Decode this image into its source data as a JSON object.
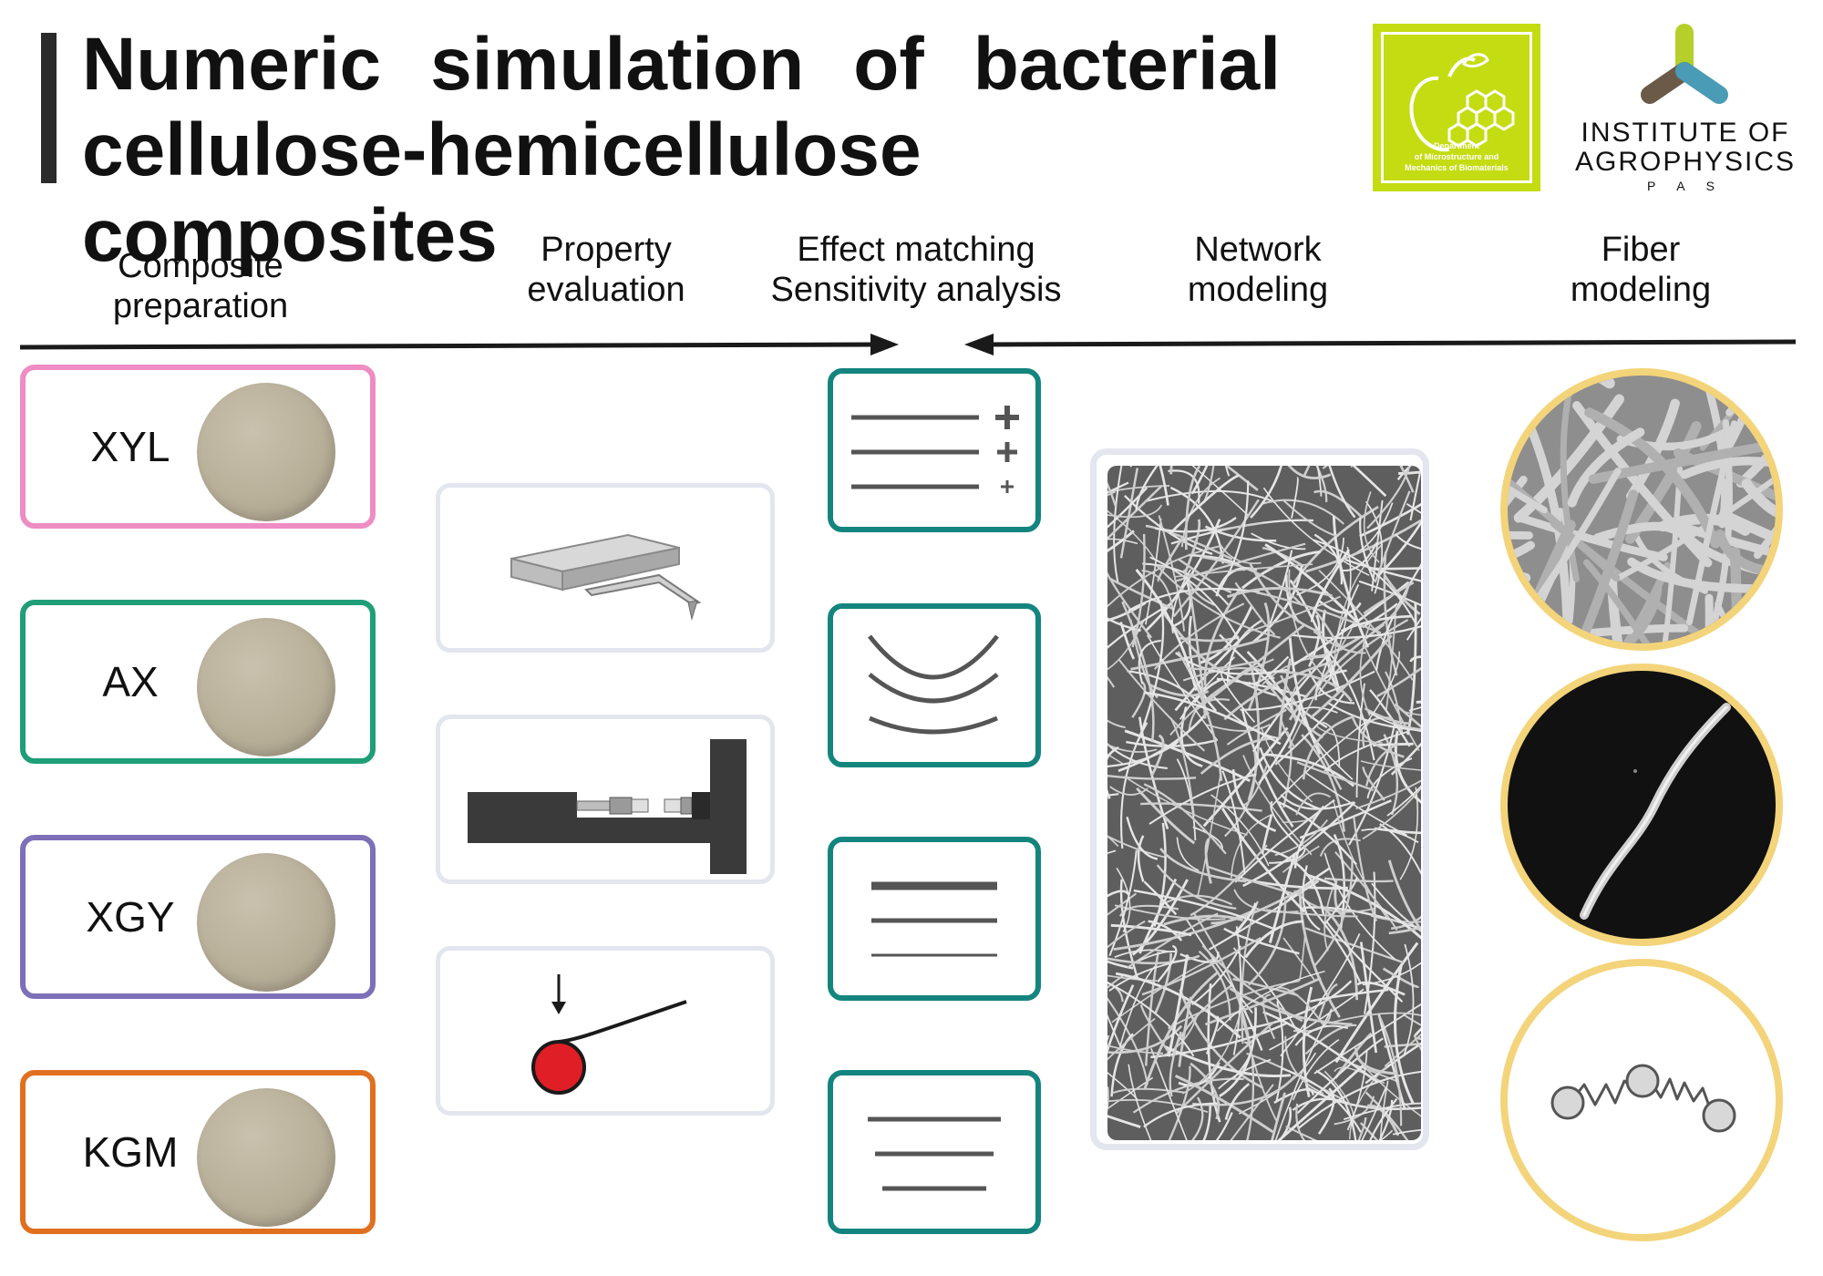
{
  "title": {
    "line1": "Numeric simulation of bacterial",
    "line2": "cellulose-hemicellulose composites"
  },
  "logos": {
    "department": {
      "line1": "Department",
      "line2": "of Microstructure and",
      "line3": "Mechanics of Biomaterials",
      "color": "#c4dc12"
    },
    "institute": {
      "line1": "INSTITUTE OF",
      "line2": "AGROPHYSICS",
      "line3": "P A S"
    }
  },
  "stages": {
    "composite": {
      "line1": "Composite",
      "line2": "preparation"
    },
    "property": {
      "line1": "Property",
      "line2": "evaluation"
    },
    "effect": {
      "line1": "Effect matching",
      "line2": "Sensitivity analysis"
    },
    "network": {
      "line1": "Network",
      "line2": "modeling"
    },
    "fiber": {
      "line1": "Fiber",
      "line2": "modeling"
    }
  },
  "samples": [
    {
      "label": "XYL",
      "color": "#ee8cc4"
    },
    {
      "label": "AX",
      "color": "#1f9e78"
    },
    {
      "label": "XGY",
      "color": "#7d6fb8"
    },
    {
      "label": "KGM",
      "color": "#e07020"
    }
  ],
  "effect_icons": [
    "ranking-plus-icon",
    "curves-icon",
    "lines-decreasing-icon",
    "lines-equal-icon"
  ],
  "property_icons": [
    "afm-cantilever-icon",
    "tensile-tester-icon",
    "bending-cylinder-icon"
  ],
  "fiber_icons": [
    "sem-fibers-image",
    "single-fiber-image",
    "bead-spring-model-icon"
  ],
  "colors": {
    "accent_teal": "#14857e",
    "fiber_ring": "#f4d47a",
    "panel_border": "#e3e6ef",
    "red_ball": "#e01e25"
  }
}
